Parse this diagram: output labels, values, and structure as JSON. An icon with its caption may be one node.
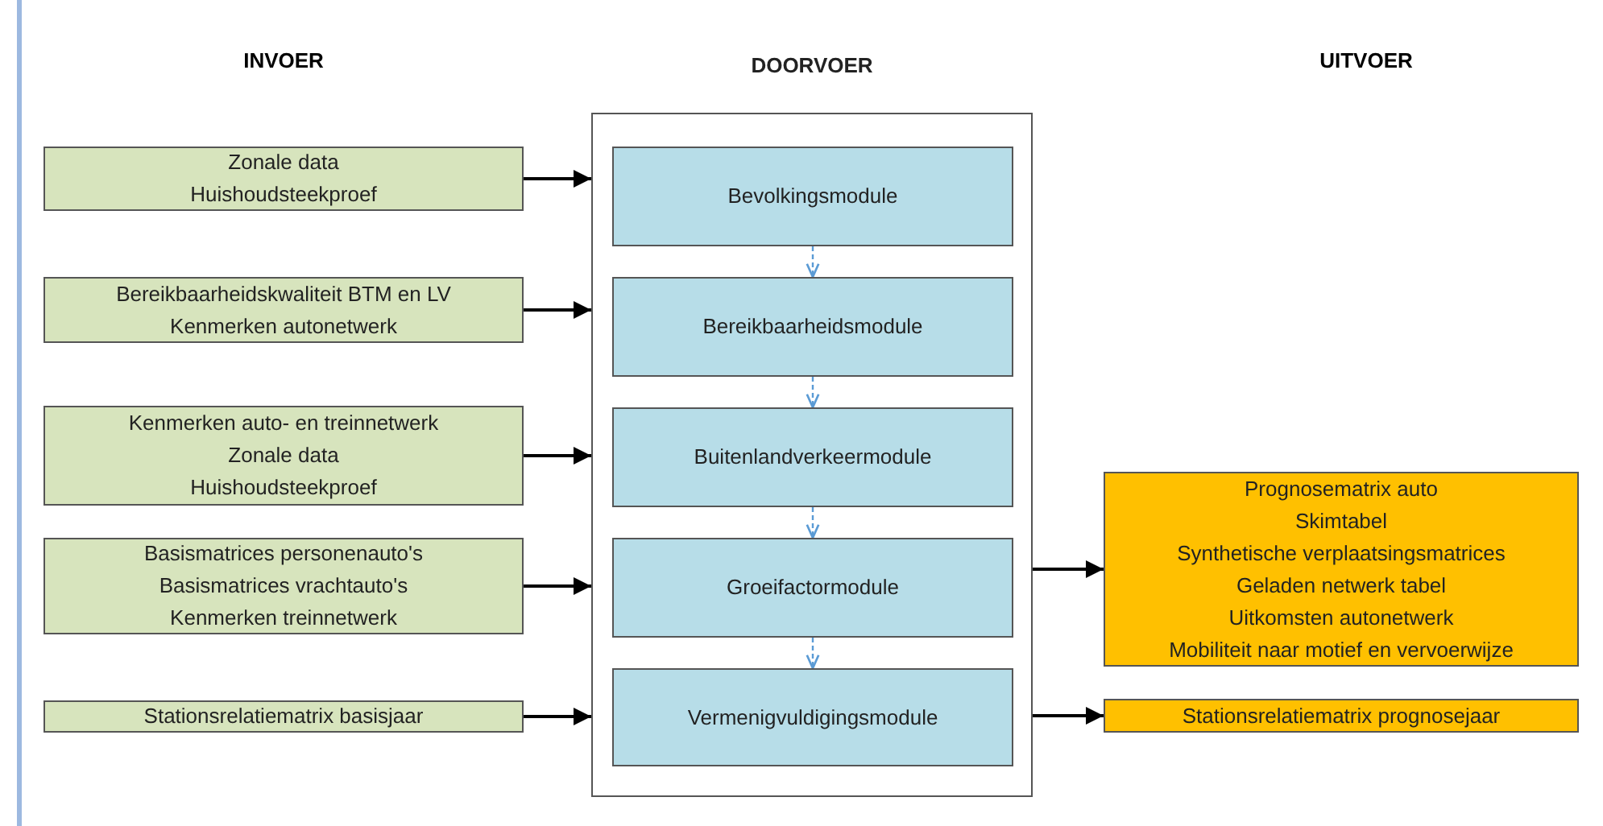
{
  "diagram": {
    "nodes": [
      {
        "text": [
          "DOORVOER"
        ]
      },
      {
        "text": [
          "Bevolkingsmodule"
        ],
        "in": 0
      },
      {
        "text": [
          "Bereikbaarheidsmodule"
        ],
        "in": 0
      },
      {
        "text": [
          "Buitenlandverkeermodule"
        ],
        "in": 0
      },
      {
        "text": [
          "Groeifactormodule"
        ],
        "in": 0
      },
      {
        "text": [
          "Vermenigvuldigingsmodule"
        ],
        "in": 0
      },
      {
        "text": [
          "Zonale data",
          "Huishoudsteekproef"
        ]
      },
      {
        "text": [
          "Bereikbaarheidskwaliteit BTM en LV",
          "Kenmerken autonetwerk"
        ]
      },
      {
        "text": [
          "Kenmerken auto- en treinnetwerk",
          "Zonale data",
          "Huishoudsteekproef"
        ]
      },
      {
        "text": [
          "Basismatrices personenauto's",
          "Basismatrices vrachtauto's",
          "Kenmerken treinnetwerk"
        ]
      },
      {
        "text": [
          "Stationsrelatiematrix basisjaar"
        ]
      },
      {
        "text": [
          "Prognosematrix auto",
          "Skimtabel",
          "Synthetische verplaatsingsmatrices",
          "Geladen netwerk tabel",
          "Uitkomsten autonetwerk",
          "Mobiliteit naar motief en vervoerwijze"
        ]
      },
      {
        "text": [
          "Stationsrelatiematrix prognosejaar"
        ]
      }
    ],
    "edges": [
      {
        "from": 6,
        "to": 0,
        "arrow": "to"
      },
      {
        "from": 7,
        "to": 0,
        "arrow": "to"
      },
      {
        "from": 8,
        "to": 0,
        "arrow": "to"
      },
      {
        "from": 9,
        "to": 0,
        "arrow": "to"
      },
      {
        "from": 10,
        "to": 0,
        "arrow": "to"
      },
      {
        "from": 1,
        "to": 2,
        "arrow": "to",
        "style": "dashed",
        "color": "#5b9bd5"
      },
      {
        "from": 2,
        "to": 3,
        "arrow": "to",
        "style": "dashed",
        "color": "#5b9bd5"
      },
      {
        "from": 3,
        "to": 4,
        "arrow": "to",
        "style": "dashed",
        "color": "#5b9bd5"
      },
      {
        "from": 4,
        "to": 5,
        "arrow": "to",
        "style": "dashed",
        "color": "#5b9bd5"
      },
      {
        "from": 0,
        "to": 11,
        "arrow": "to"
      },
      {
        "from": 0,
        "to": 12,
        "arrow": "to"
      }
    ],
    "labels": [
      "INVOER",
      "UITVOER"
    ]
  }
}
